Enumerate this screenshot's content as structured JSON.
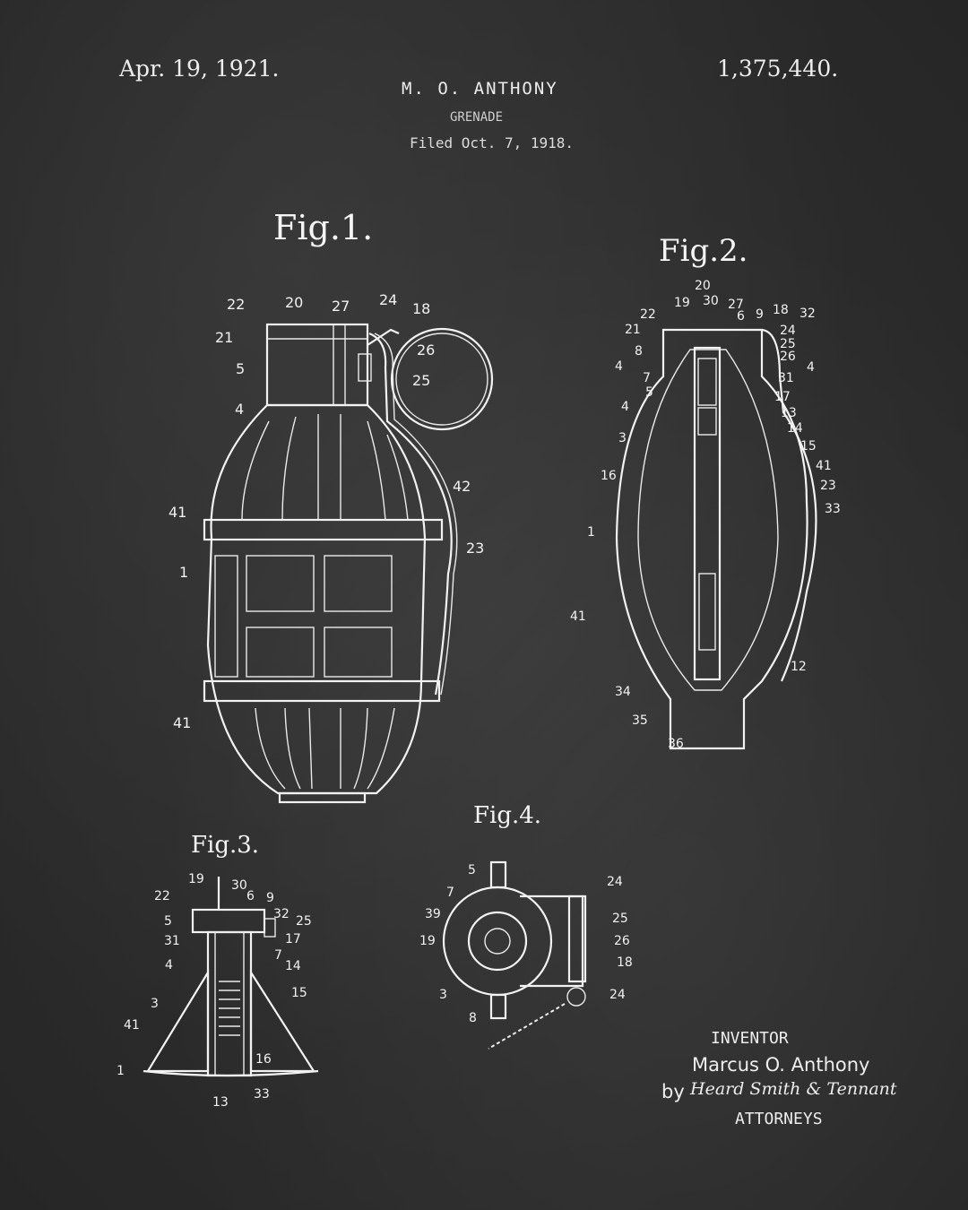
{
  "header": {
    "date": "Apr. 19, 1921.",
    "patent_number": "1,375,440.",
    "inventor_name": "M. O. ANTHONY",
    "title": "GRENADE",
    "filed": "Filed Oct. 7, 1918."
  },
  "figures": {
    "fig1": "Fig.1.",
    "fig2": "Fig.2.",
    "fig3": "Fig.3.",
    "fig4": "Fig.4."
  },
  "fig1_labels": [
    "22",
    "20",
    "27",
    "24",
    "18",
    "21",
    "5",
    "26",
    "25",
    "4",
    "42",
    "41",
    "23",
    "1",
    "41"
  ],
  "fig2_labels": [
    "20",
    "19",
    "30",
    "27",
    "6",
    "9",
    "18",
    "32",
    "22",
    "21",
    "24",
    "25",
    "26",
    "8",
    "4",
    "7",
    "5",
    "31",
    "4",
    "17",
    "4",
    "13",
    "14",
    "3",
    "15",
    "16",
    "41",
    "23",
    "33",
    "1",
    "41",
    "12",
    "34",
    "35",
    "36"
  ],
  "fig3_labels": [
    "19",
    "30",
    "6",
    "9",
    "22",
    "5",
    "32",
    "25",
    "31",
    "17",
    "7",
    "4",
    "14",
    "15",
    "3",
    "41",
    "16",
    "1",
    "13",
    "33"
  ],
  "fig4_labels": [
    "5",
    "24",
    "7",
    "25",
    "39",
    "26",
    "19",
    "18",
    "3",
    "24",
    "8"
  ],
  "signature": {
    "inventor_label": "INVENTOR",
    "inventor": "Marcus O. Anthony",
    "by": "by",
    "attorneys_signature": "Heard Smith & Tennant",
    "attorneys_label": "ATTORNEYS"
  },
  "colors": {
    "background": "#2b2b2b",
    "chalk": "#f2f2f2"
  }
}
